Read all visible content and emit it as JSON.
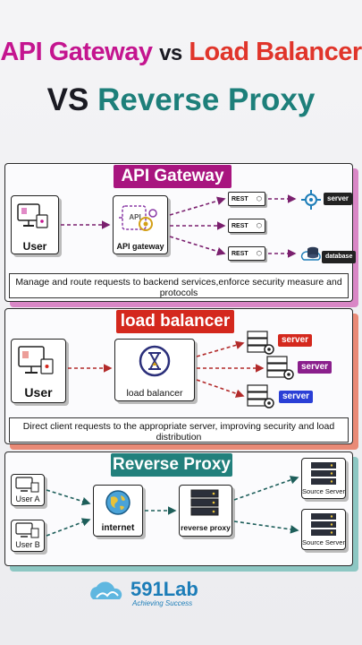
{
  "title": {
    "line1_part1": "API Gateway",
    "line1_vs": "vs",
    "line1_part2": "Load Balancer",
    "line2_vs": "VS",
    "line2_part": "Reverse Proxy"
  },
  "api_gateway": {
    "label": "API Gateway",
    "user": "User",
    "gateway": "API gateway",
    "gateway_icon_text": "API",
    "rest": [
      "REST",
      "REST",
      "REST"
    ],
    "server": "server",
    "database": "database",
    "caption": "Manage and route requests to backend services,enforce security measure and protocols"
  },
  "load_balancer": {
    "label": "load balancer",
    "user": "User",
    "balancer": "load balancer",
    "servers": [
      "server",
      "server",
      "server"
    ],
    "caption": "Direct client requests to the appropriate server, improving security and load distribution"
  },
  "reverse_proxy": {
    "label": "Reverse Proxy",
    "user_a": "User A",
    "user_b": "User B",
    "internet": "internet",
    "proxy": "reverse proxy",
    "source_servers": [
      "Source Server",
      "Source Server"
    ]
  },
  "logo": {
    "name": "591Lab",
    "tagline": "Achieving Success"
  },
  "colors": {
    "pink": "#a8157f",
    "red": "#d4281d",
    "teal": "#22807c",
    "blue": "#2a3fd6"
  }
}
